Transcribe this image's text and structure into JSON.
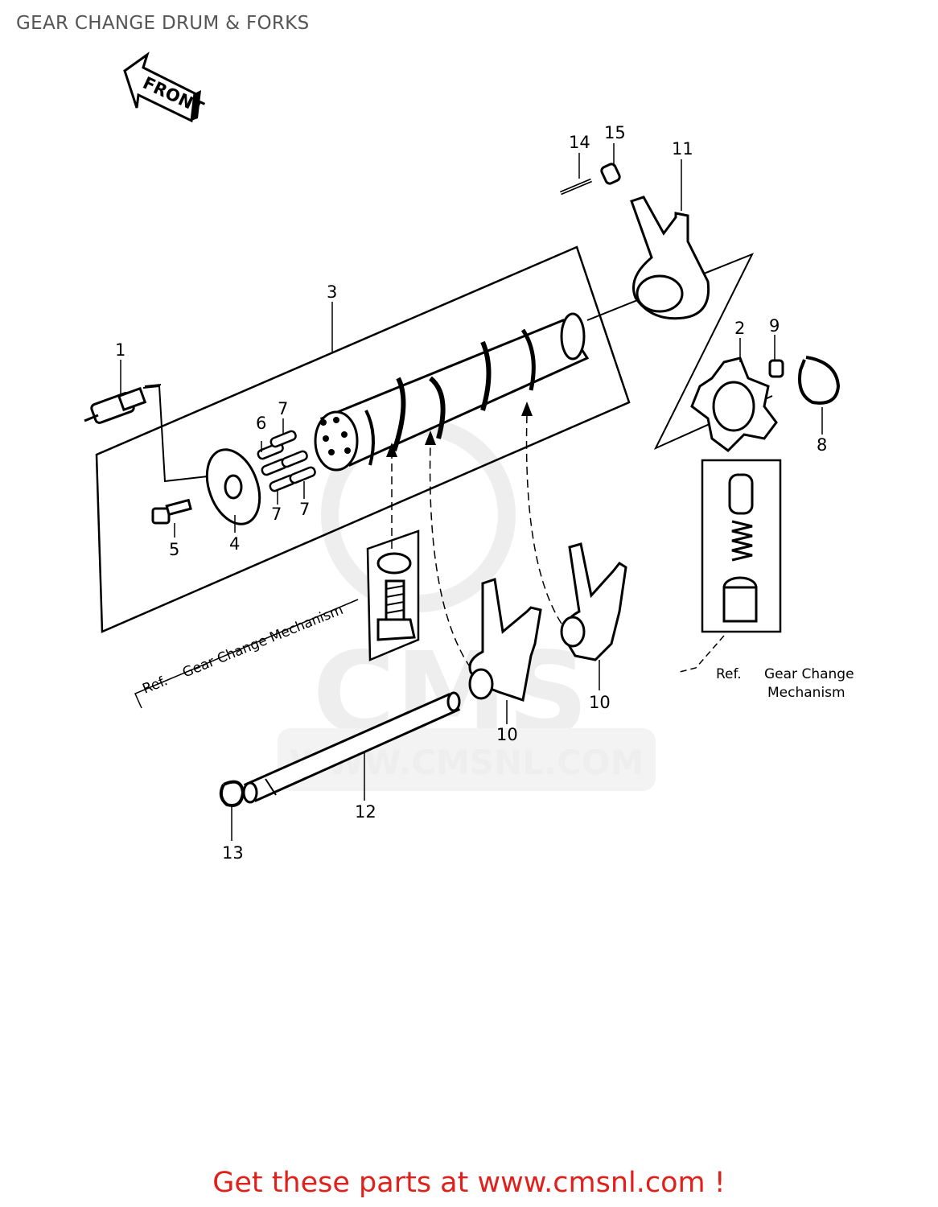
{
  "page": {
    "title": "GEAR CHANGE DRUM & FORKS",
    "footer": "Get these parts at www.cmsnl.com !"
  },
  "diagram": {
    "front_label": "FRONT",
    "ref_left": {
      "ref": "Ref.",
      "text": "Gear Change  Mechanism"
    },
    "ref_right": {
      "ref": "Ref.",
      "line1": "Gear Change",
      "line2": "Mechanism"
    },
    "parts": [
      {
        "id": "1"
      },
      {
        "id": "2"
      },
      {
        "id": "3"
      },
      {
        "id": "4"
      },
      {
        "id": "5"
      },
      {
        "id": "6"
      },
      {
        "id": "7"
      },
      {
        "id": "7"
      },
      {
        "id": "7"
      },
      {
        "id": "7"
      },
      {
        "id": "8"
      },
      {
        "id": "9"
      },
      {
        "id": "10"
      },
      {
        "id": "10"
      },
      {
        "id": "11"
      },
      {
        "id": "12"
      },
      {
        "id": "13"
      },
      {
        "id": "14"
      },
      {
        "id": "15"
      }
    ],
    "watermark": {
      "logo": "CMS",
      "url": "WWW.CMSNL.COM"
    }
  }
}
